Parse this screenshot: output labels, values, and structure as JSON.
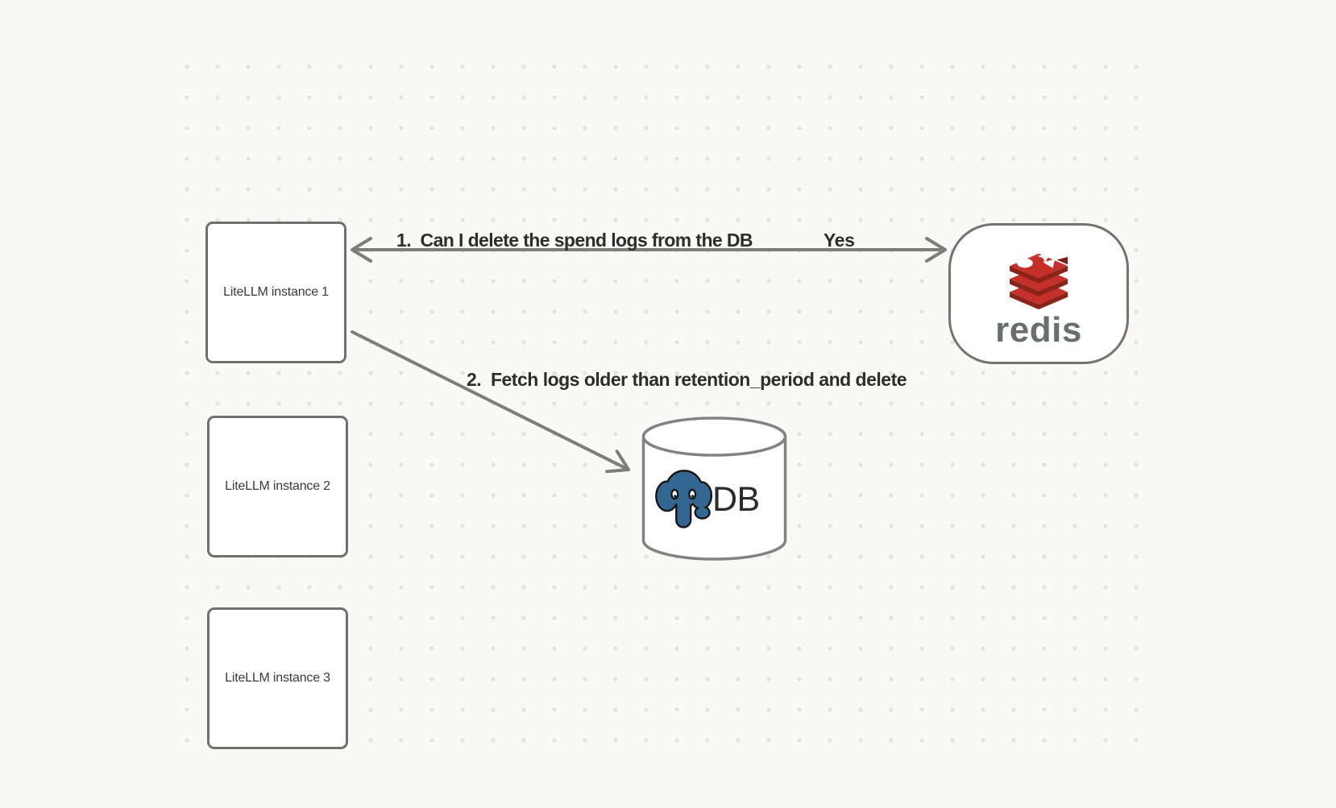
{
  "nodes": {
    "litellm_instances": [
      {
        "label": "LiteLLM instance 1"
      },
      {
        "label": "LiteLLM instance 2"
      },
      {
        "label": "LiteLLM instance 3"
      }
    ],
    "redis": {
      "wordmark": "redis"
    },
    "database": {
      "label": "DB"
    }
  },
  "edges": {
    "redis_query": {
      "label": "1.  Can I delete the spend logs from the DB",
      "response": "Yes",
      "from": "LiteLLM instance 1",
      "to": "redis",
      "direction": "bidirectional"
    },
    "db_fetch": {
      "label": "2.  Fetch logs older than retention_period and delete",
      "from": "LiteLLM instance 1",
      "to": "DB",
      "direction": "one-way"
    }
  },
  "colors": {
    "background": "#f9f9f8",
    "grid_dot": "#e3e3e1",
    "arrow_stroke": "#7d7d7d",
    "shape_border": "#70706e",
    "label_text": "#2d2d2d",
    "redis_red": "#c6302b",
    "redis_red_dark": "#8a231a",
    "redis_wordmark_gray": "#6b6d6e",
    "postgres_blue": "#336791"
  }
}
